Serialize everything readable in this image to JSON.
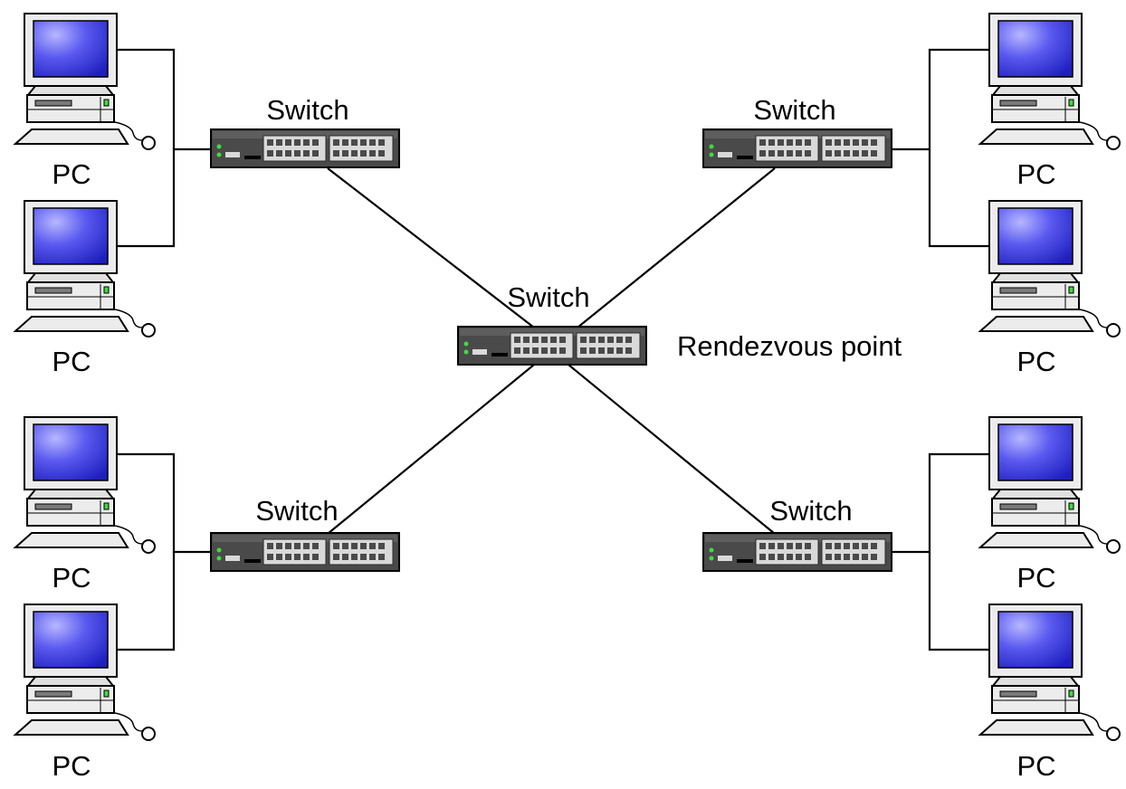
{
  "colors": {
    "line": "#000000",
    "screen": "#3c3ce0",
    "monitor_body": "#e6e6e6",
    "switch_body": "#4a4a4a",
    "switch_port": "#d9d9d9",
    "led": "#3ddc3d"
  },
  "icons": {
    "pc": "desktop-computer-icon",
    "switch": "network-switch-icon"
  },
  "switches": {
    "top_left": {
      "label": "Switch"
    },
    "top_right": {
      "label": "Switch"
    },
    "center": {
      "label": "Switch",
      "note": "Rendezvous point"
    },
    "bottom_left": {
      "label": "Switch"
    },
    "bottom_right": {
      "label": "Switch"
    }
  },
  "pcs": [
    {
      "label": "PC"
    },
    {
      "label": "PC"
    },
    {
      "label": "PC"
    },
    {
      "label": "PC"
    },
    {
      "label": "PC"
    },
    {
      "label": "PC"
    },
    {
      "label": "PC"
    },
    {
      "label": "PC"
    }
  ]
}
